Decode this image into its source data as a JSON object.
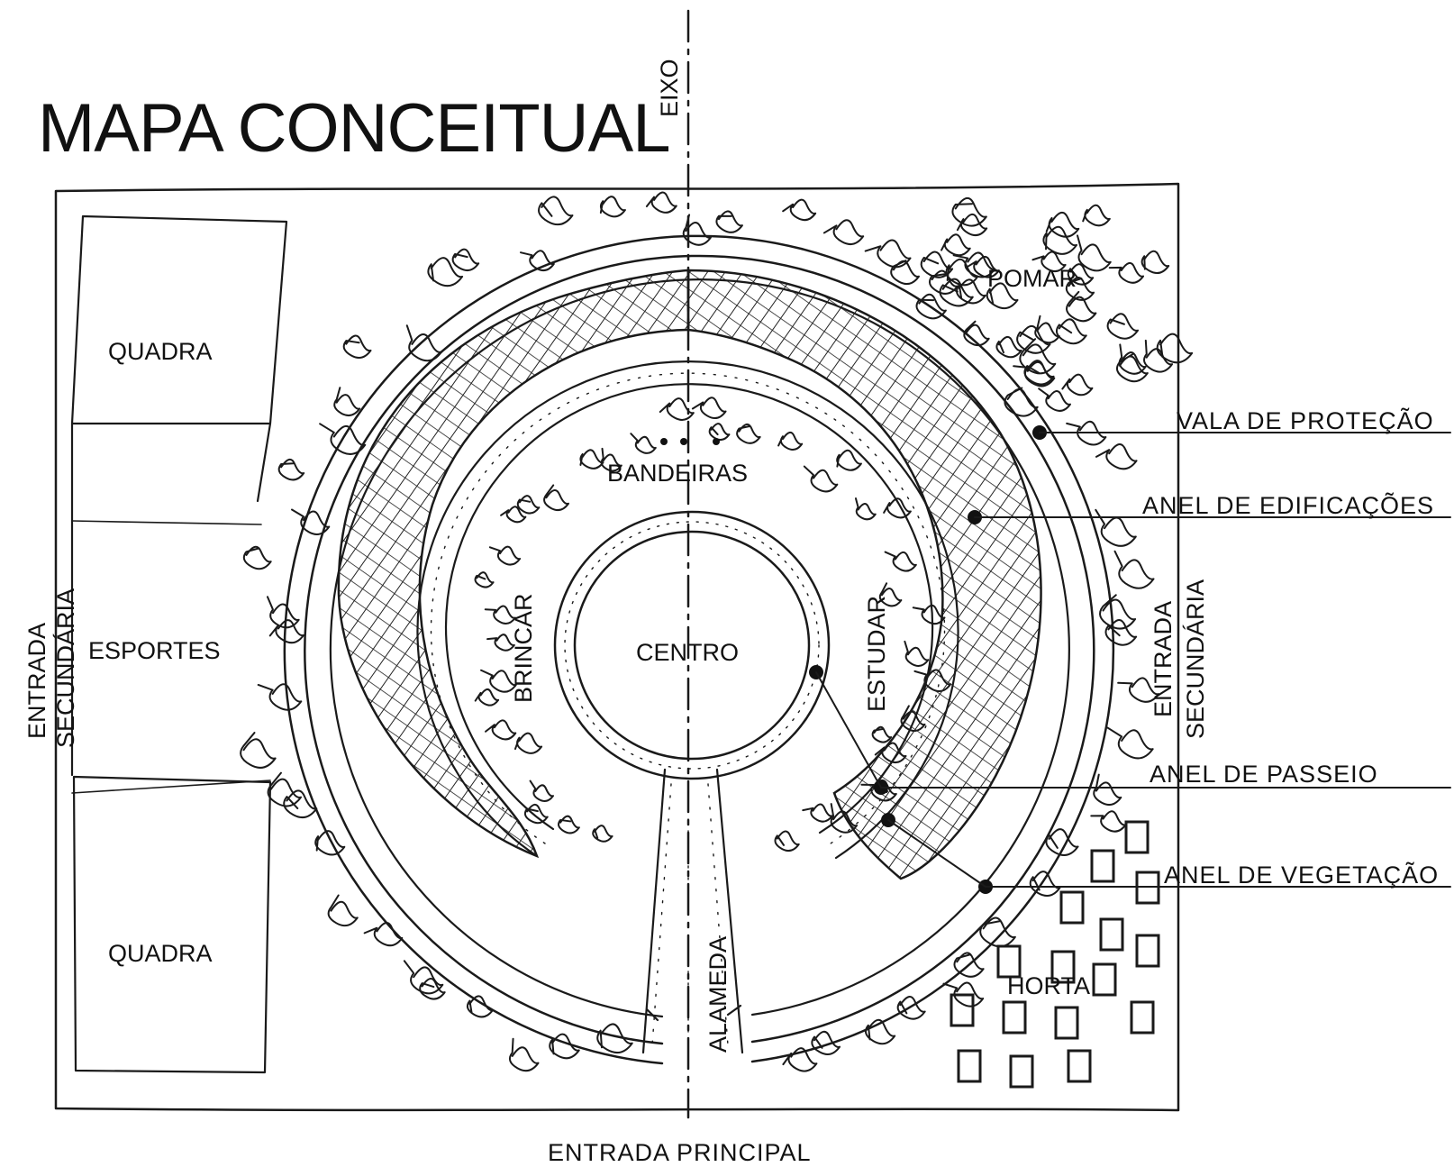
{
  "title": "MAPA CONCEITUAL",
  "axis_label": "EIXO",
  "zones": {
    "quadra_top": "QUADRA",
    "esportes": "ESPORTES",
    "quadra_bottom": "QUADRA",
    "pomar": "POMAR",
    "bandeiras": "BANDEIRAS",
    "centro": "CENTRO",
    "brincar": "BRINCAR",
    "estudar": "ESTUDAR",
    "alameda": "ALAMEDA",
    "horta": "HORTA"
  },
  "entrances": {
    "left_line1": "ENTRADA",
    "left_line2": "SECUNDÁRIA",
    "right_line1": "ENTRADA",
    "right_line2": "SECUNDÁRIA",
    "bottom": "ENTRADA PRINCIPAL"
  },
  "callouts": {
    "vala": "VALA DE PROTEÇÃO",
    "edificacoes": "ANEL DE EDIFICAÇÕES",
    "passeio": "ANEL DE PASSEIO",
    "vegetacao": "ANEL DE VEGETAÇÃO"
  },
  "colors": {
    "ink": "#1a1a1a",
    "paper": "#ffffff"
  }
}
